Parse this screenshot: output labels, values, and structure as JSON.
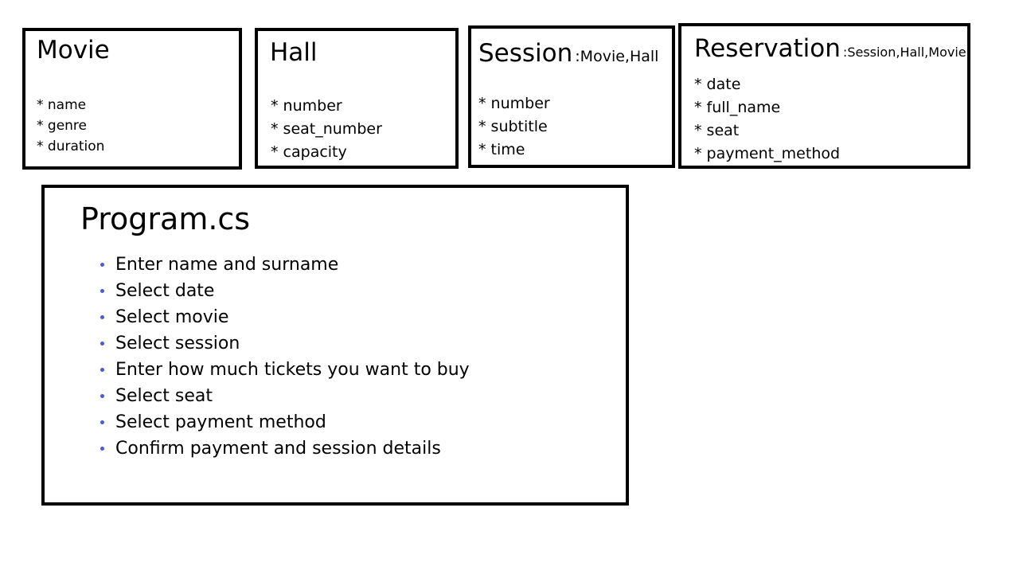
{
  "entities": [
    {
      "id": "movie",
      "title": "Movie",
      "relations": "",
      "fields": [
        "* name",
        "* genre",
        "* duration"
      ]
    },
    {
      "id": "hall",
      "title": "Hall",
      "relations": "",
      "fields": [
        "* number",
        "* seat_number",
        "* capacity"
      ]
    },
    {
      "id": "session",
      "title": "Session",
      "relations": ":Movie,Hall",
      "fields": [
        "* number",
        "* subtitle",
        "* time"
      ]
    },
    {
      "id": "reservation",
      "title": "Reservation",
      "relations": ":Session,Hall,Movie",
      "fields": [
        "* date",
        "* full_name",
        "* seat",
        "* payment_method"
      ]
    }
  ],
  "program": {
    "title": "Program.cs",
    "steps": [
      "Enter name and surname",
      "Select date",
      "Select movie",
      "Select session",
      "Enter how much tickets you want to buy",
      "Select seat",
      "Select payment method",
      "Confirm payment and session details"
    ]
  },
  "colors": {
    "border": "#000000",
    "bullet": "#4a5ccf",
    "background": "#ffffff"
  }
}
